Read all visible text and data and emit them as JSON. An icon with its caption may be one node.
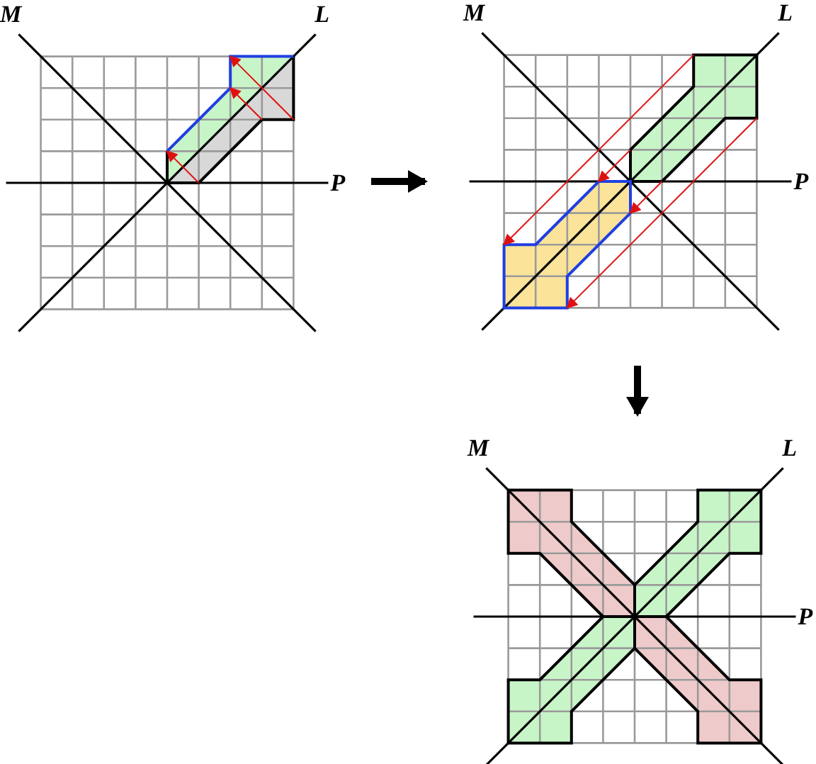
{
  "diagram": {
    "nodes": [
      {
        "text": [
          "M",
          "L",
          "P"
        ]
      },
      {
        "text": [
          "M",
          "L",
          "P"
        ]
      },
      {
        "text": [
          "M",
          "L",
          "P"
        ]
      }
    ],
    "edges": [
      {
        "from": 0,
        "to": 1,
        "arrow": "to"
      },
      {
        "from": 1,
        "to": 2,
        "arrow": "to"
      }
    ]
  }
}
